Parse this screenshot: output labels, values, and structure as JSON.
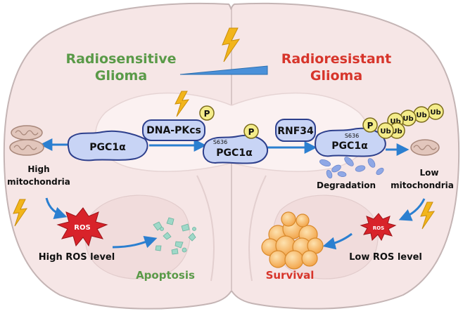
{
  "title_left": {
    "line1": "Radiosensitive",
    "line2": "Glioma",
    "color": "#5a9a48"
  },
  "title_right": {
    "line1": "Radioresistant",
    "line2": "Glioma",
    "color": "#d7352b"
  },
  "proteins": {
    "pgc1a_left": "PGC1α",
    "dnapkcs": "DNA-PKcs",
    "pgc1a_mid": "PGC1α",
    "site_mid": "S636",
    "rnf34": "RNF34",
    "pgc1a_right": "PGC1α",
    "site_right": "S636"
  },
  "badges": {
    "phospho": "P",
    "ubiquitin": [
      "Ub",
      "Ub",
      "Ub",
      "Ub",
      "Ub",
      "Ub"
    ]
  },
  "left_path": {
    "mito_line1": "High",
    "mito_line2": "mitochondria",
    "ros_badge": "ROS",
    "ros_level": "High ROS level",
    "outcome": "Apoptosis"
  },
  "right_path": {
    "degradation": "Degradation",
    "mito_line1": "Low",
    "mito_line2": "mitochondria",
    "ros_badge": "ROS",
    "ros_level": "Low ROS level",
    "outcome": "Survival"
  },
  "colors": {
    "protein_fill": "#c8d4f5",
    "protein_stroke": "#2d3f8c",
    "arrow": "#2b7fd0",
    "phospho_fill": "#f4ec8a",
    "ros_red": "#d8232a",
    "bolt": "#f2b51b",
    "apoptosis": "#5a9a48",
    "survival": "#d7352b",
    "brain_fill": "#f6e6e6",
    "brain_stroke": "#c4b4b4"
  },
  "icons": [
    "lightning-bolt-icon",
    "mitochondrion-icon",
    "ros-star-icon",
    "apoptosis-fragments-icon",
    "cell-cluster-icon",
    "degradation-fragments-icon",
    "gradient-wedge-icon"
  ]
}
